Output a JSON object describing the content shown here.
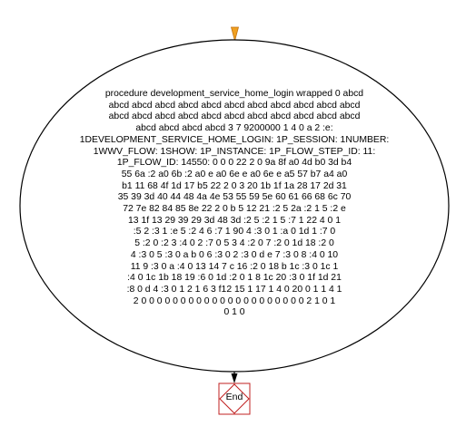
{
  "colors": {
    "background": "#ffffff",
    "stroke": "#000000",
    "start_marker": "#f0a020",
    "end_border": "#c02020",
    "end_fill": "#ffffff"
  },
  "process_node": {
    "lines": [
      "procedure development_service_home_login wrapped 0 abcd",
      "abcd abcd abcd abcd abcd abcd abcd abcd abcd abcd abcd",
      "abcd abcd abcd abcd abcd abcd abcd abcd abcd abcd abcd",
      "abcd abcd abcd abcd 3 7 9200000 1 4 0 a 2 :e:",
      "1DEVELOPMENT_SERVICE_HOME_LOGIN: 1P_SESSION: 1NUMBER:",
      "1WWV_FLOW: 1SHOW: 1P_INSTANCE: 1P_FLOW_STEP_ID: 11:",
      "1P_FLOW_ID: 14550: 0 0 0 22 2 0 9a 8f a0 4d b0 3d b4",
      "55 6a :2 a0 6b :2 a0 e a0 6e e a0 6e e a5 57 b7 a4 a0",
      "b1 11 68 4f 1d 17 b5 22 2 0 3 20 1b 1f 1a 28 17 2d 31",
      "35 39 3d 40 44 48 4a 4e 53 55 59 5e 60 61 66 68 6c 70",
      "72 7e 82 84 85 8e 22 2 0 b 5 12 21 :2 5 2a :2 1 5 :2 e",
      "13 1f 13 29 39 29 3d 48 3d :2 5 :2 1 5 :7 1 22 4 0 1",
      ":5 2 :3 1 :e 5 :2 4 6 :7 1 90 4 :3 0 1 :a 0 1d 1 :7 0",
      "5 :2 0 :2 3 :4 0 2 :7 0 5 3 4 :2 0 7 :2 0 1d 18 :2 0",
      "4 :3 0 5 :3 0 a b 0 6 :3 0 2 :3 0 d e 7 :3 0 8 :4 0 10",
      "11 9 :3 0 a :4 0 13 14 7 c 16 :2 0 18 b 1c :3 0 1c 1",
      ":4 0 1c 1b 18 19 :6 0 1d :2 0 1 8 1c 20 :3 0 1f 1d 21",
      ":8 0 d 4 :3 0 1 2 1 6 3 f12 15 1 17 1 4 0 20 0 1 1 4 1",
      "2 0 0 0 0 0 0 0 0 0 0 0 0 0 0 0 0 0 0 0 0 0 2 1 0 1",
      "0 1 0"
    ]
  },
  "end_node": {
    "label": "End"
  }
}
